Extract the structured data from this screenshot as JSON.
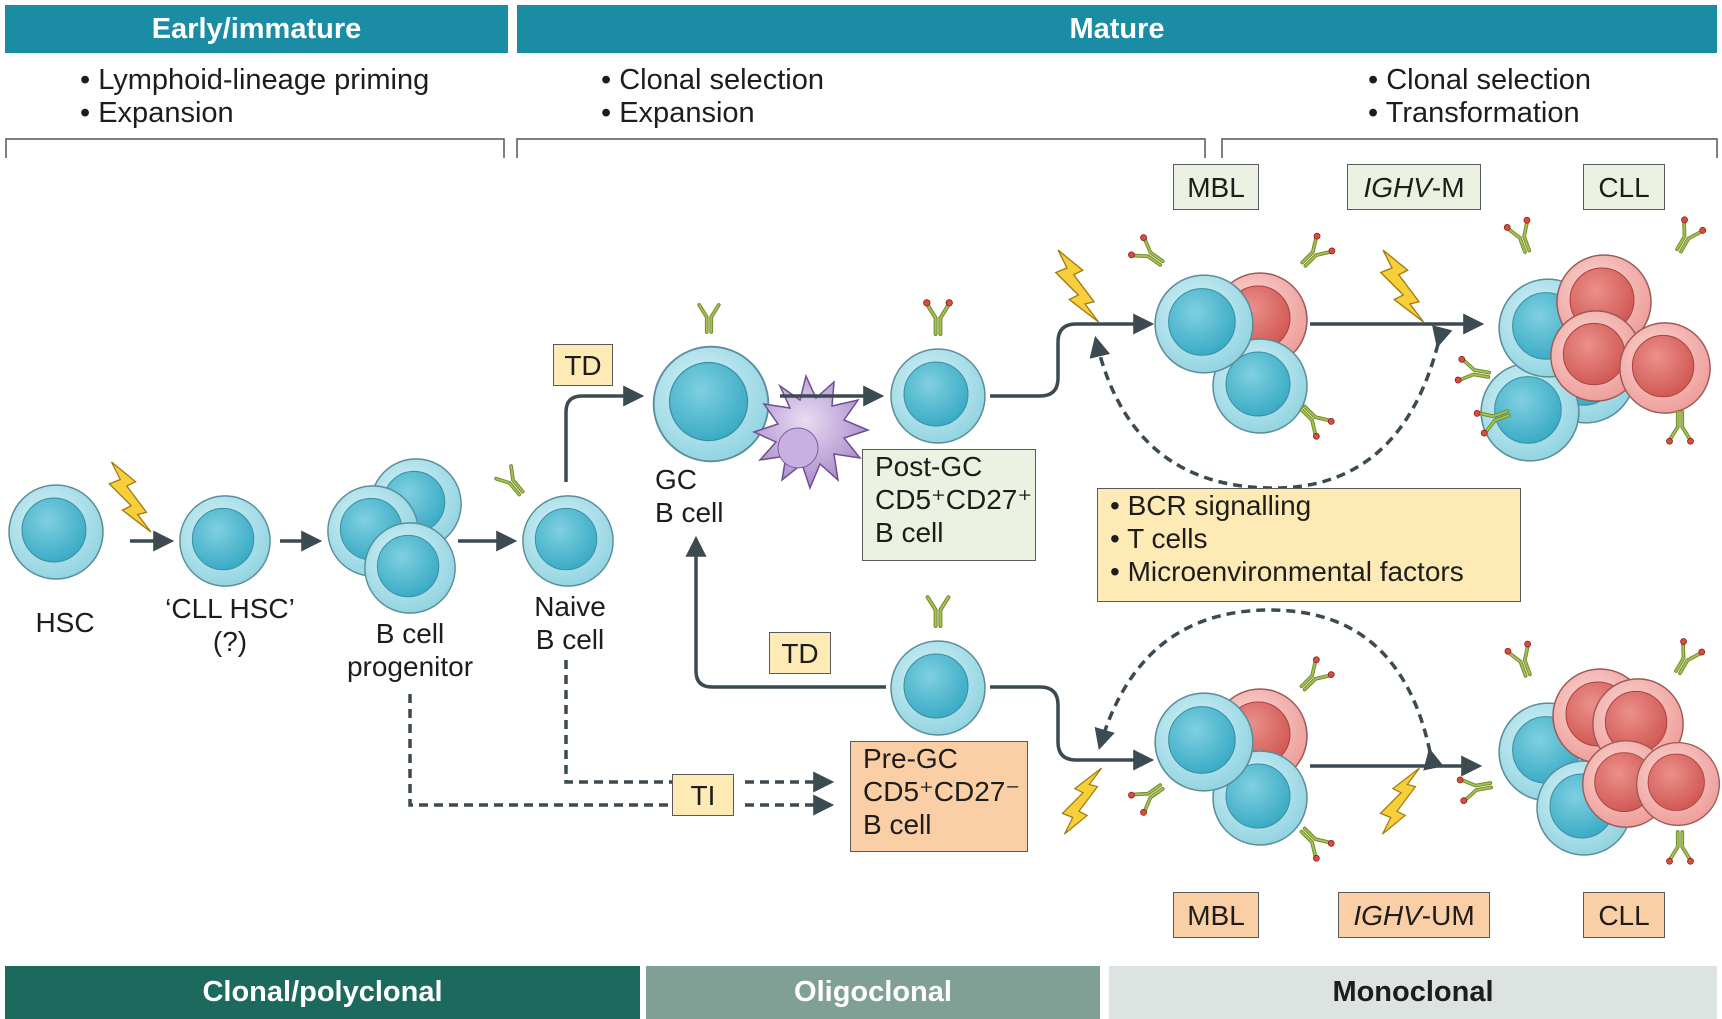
{
  "header": {
    "early_label": "Early/immature",
    "mature_label": "Mature"
  },
  "phases": {
    "early_bullets": [
      "Lymphoid-lineage priming",
      "Expansion"
    ],
    "mid_bullets": [
      "Clonal selection",
      "Expansion"
    ],
    "late_bullets": [
      "Clonal selection",
      "Transformation"
    ]
  },
  "cells": {
    "hsc": "HSC",
    "cll_hsc_line1": "‘CLL HSC’",
    "cll_hsc_line2": "(?)",
    "progenitor_line1": "B cell",
    "progenitor_line2": "progenitor",
    "naive_line1": "Naive",
    "naive_line2": "B cell",
    "gc_line1": "GC",
    "gc_line2": "B cell"
  },
  "boxes": {
    "td_top": "TD",
    "td_bottom": "TD",
    "ti": "TI",
    "post_gc": [
      "Post-GC",
      "CD5⁺CD27⁺",
      "B cell"
    ],
    "pre_gc": [
      "Pre-GC",
      "CD5⁺CD27⁻",
      "B cell"
    ],
    "mbl_top": "MBL",
    "ighv_m_italic": "IGHV",
    "ighv_m_suffix": "-M",
    "cll_top": "CLL",
    "mbl_bottom": "MBL",
    "ighv_um_italic": "IGHV",
    "ighv_um_suffix": "-UM",
    "cll_bottom": "CLL",
    "factors": [
      "BCR signalling",
      "T cells",
      "Microenvironmental factors"
    ]
  },
  "footer": {
    "clonal": "Clonal/polyclonal",
    "oligo": "Oligoclonal",
    "mono": "Monoclonal"
  },
  "colors": {
    "header_teal": "#1a8da5",
    "footer_dark": "#1c6a5d",
    "footer_mid": "#80a095",
    "footer_light": "#dde3e1",
    "cell_blue": "#9fdbe6",
    "cell_red": "#f0a5a2"
  }
}
